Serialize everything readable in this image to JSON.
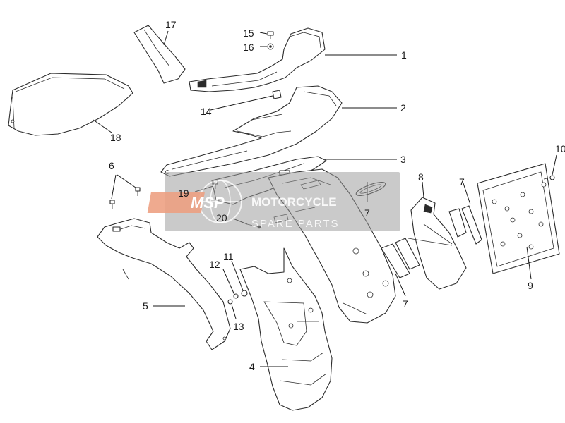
{
  "callouts": {
    "c1": "1",
    "c2": "2",
    "c3": "3",
    "c4": "4",
    "c5": "5",
    "c6": "6",
    "c7a": "7",
    "c7b": "7",
    "c7c": "7",
    "c8": "8",
    "c9": "9",
    "c10": "10",
    "c11": "11",
    "c12": "12",
    "c13": "13",
    "c14": "14",
    "c15": "15",
    "c16": "16",
    "c17": "17",
    "c18": "18",
    "c19": "19",
    "c20": "20"
  },
  "watermark": {
    "logo": "MSP",
    "line1": "MOTORCYCLE",
    "line2": "SPARE PARTS"
  },
  "colors": {
    "watermark_bg": "#9a9a9a",
    "watermark_logo": "#e8825a",
    "line": "#2b2b2b"
  }
}
